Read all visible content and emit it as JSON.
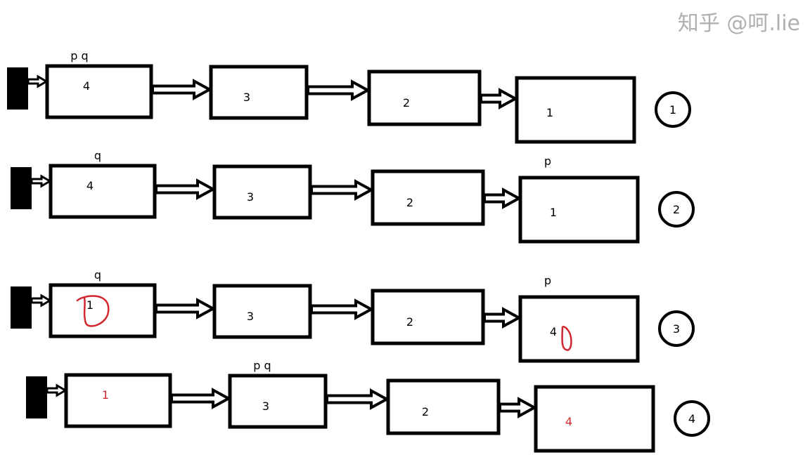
{
  "diagram": {
    "rows": [
      {
        "step": "1",
        "nodes": [
          {
            "value": "4",
            "color": "#000000"
          },
          {
            "value": "3",
            "color": "#000000"
          },
          {
            "value": "2",
            "color": "#000000"
          },
          {
            "value": "1",
            "color": "#000000"
          }
        ],
        "pointers": [
          {
            "label": "p  q",
            "node": 0
          }
        ],
        "highlights": []
      },
      {
        "step": "2",
        "nodes": [
          {
            "value": "4",
            "color": "#000000"
          },
          {
            "value": "3",
            "color": "#000000"
          },
          {
            "value": "2",
            "color": "#000000"
          },
          {
            "value": "1",
            "color": "#000000"
          }
        ],
        "pointers": [
          {
            "label": "q",
            "node": 0
          },
          {
            "label": "p",
            "node": 3
          }
        ],
        "highlights": []
      },
      {
        "step": "3",
        "nodes": [
          {
            "value": "1",
            "color": "#000000"
          },
          {
            "value": "3",
            "color": "#000000"
          },
          {
            "value": "2",
            "color": "#000000"
          },
          {
            "value": "4",
            "color": "#000000"
          }
        ],
        "pointers": [
          {
            "label": "q",
            "node": 0
          },
          {
            "label": "p",
            "node": 3
          }
        ],
        "highlights": [
          0,
          3
        ]
      },
      {
        "step": "4",
        "nodes": [
          {
            "value": "1",
            "color": "#d2262e"
          },
          {
            "value": "3",
            "color": "#000000"
          },
          {
            "value": "2",
            "color": "#000000"
          },
          {
            "value": "4",
            "color": "#d2262e"
          }
        ],
        "pointers": [
          {
            "label": "p  q",
            "node": 1
          }
        ],
        "highlights": []
      }
    ],
    "highlight_color": "#d2262e"
  },
  "watermark": "知乎 @呵.lie"
}
